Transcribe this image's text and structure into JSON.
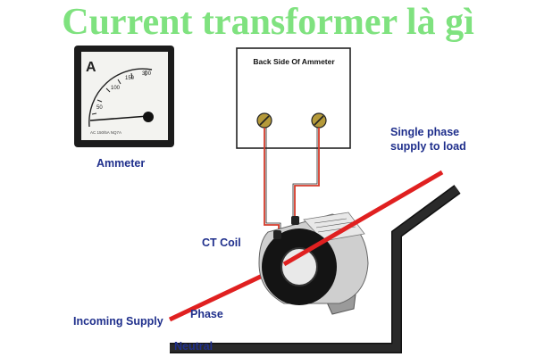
{
  "title": "Current transformer là gì",
  "ammeter": {
    "caption": "Ammeter",
    "unit": "A",
    "scale": [
      "50",
      "100",
      "150",
      "300"
    ],
    "small_print": "AC 150/5A    NQ7A"
  },
  "back_box": {
    "title": "Back Side Of Ammeter"
  },
  "labels": {
    "single_phase": "Single phase\nsupply to load",
    "ct_coil": "CT Coil",
    "phase": "Phase",
    "incoming": "Incoming Supply",
    "neutral": "Neutral"
  },
  "colors": {
    "title": "#7fe27f",
    "label_blue": "#1f2f8c",
    "phase_wire": "#e02020",
    "lead_wire": "#d43a2a"
  }
}
